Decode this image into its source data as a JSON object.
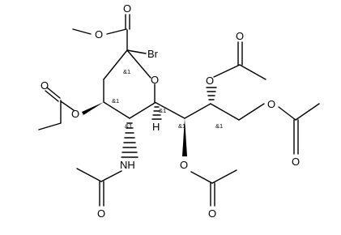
{
  "molecule": {
    "atom_labels": {
      "o_ester_top": "O",
      "o_carbonyl_top": "O",
      "br": "Br",
      "o_ring": "O",
      "o_acetyl_left": "O",
      "o_carbonyl_left": "O",
      "nh": "NH",
      "o_carbonyl_amide": "O",
      "h_c6": "H",
      "o_acetyl_c7": "O",
      "o_carbonyl_c7": "O",
      "o_acetyl_c8": "O",
      "o_carbonyl_c8": "O",
      "o_acetyl_c9": "O",
      "o_carbonyl_c9": "O"
    },
    "stereo_label": "&1"
  }
}
